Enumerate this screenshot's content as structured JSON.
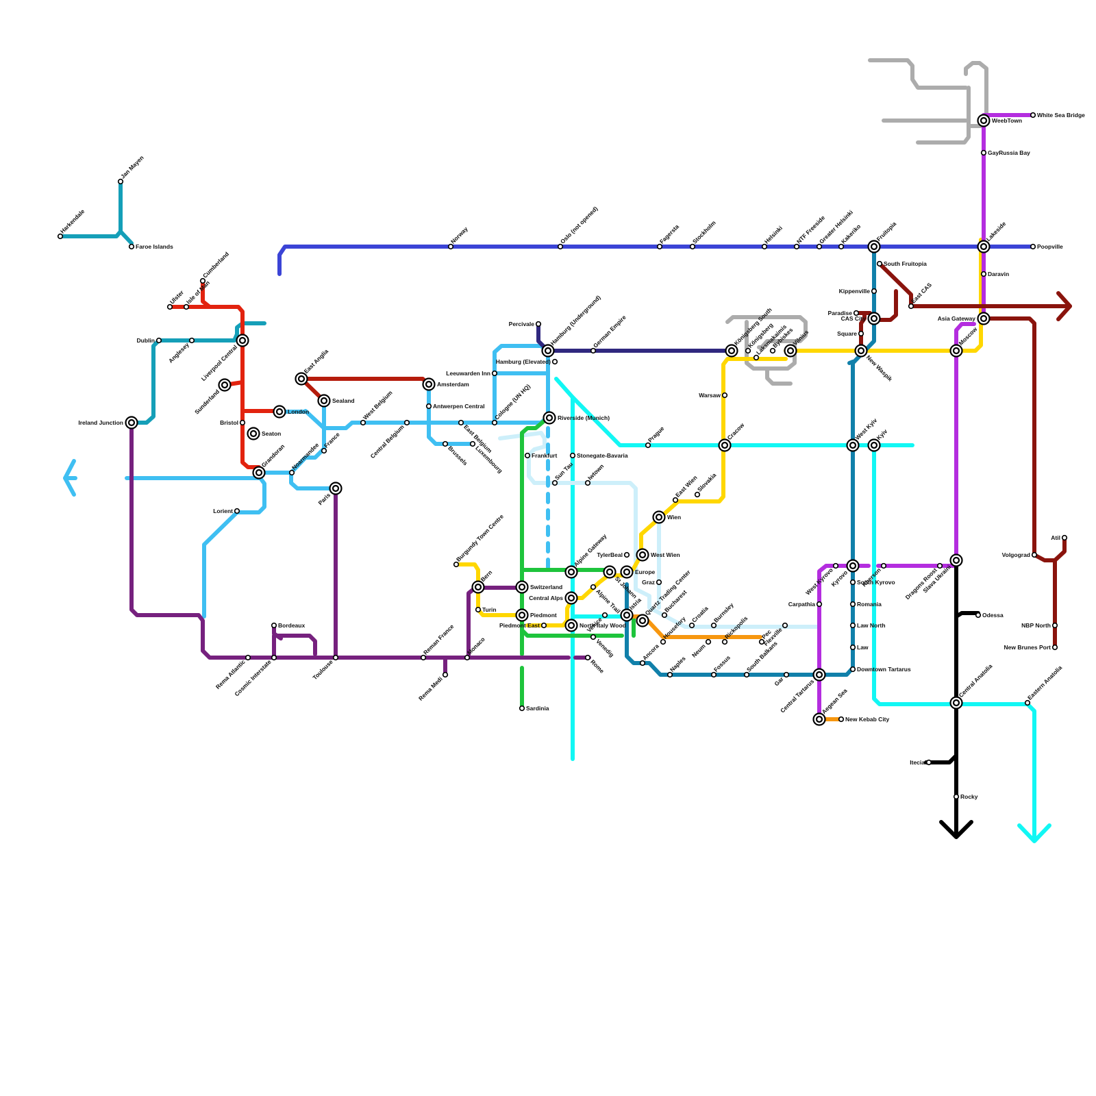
{
  "colors": {
    "background": "#ffffff",
    "station_fill": "#ffffff",
    "station_stroke": "#000000",
    "lines": {
      "royal_blue": "#3b44d6",
      "sky_blue": "#3fbff2",
      "teal": "#159fb8",
      "red": "#e2230f",
      "dark_red": "#b51c0c",
      "purple": "#76217e",
      "green": "#1ec43c",
      "yellow": "#ffd700",
      "cyan": "#12f7f4",
      "pale_blue": "#cdeffa",
      "ocean": "#1180aa",
      "orange": "#f7970f",
      "magenta": "#b42ddf",
      "maroon": "#8a140d",
      "navy": "#30287f",
      "gray": "#acacac",
      "black": "#000000"
    }
  },
  "stations": [
    {
      "name": "Harkendale"
    },
    {
      "name": "Jan Mayen"
    },
    {
      "name": "Faroe Islands"
    },
    {
      "name": "Norway"
    },
    {
      "name": "Oslo (not opened)"
    },
    {
      "name": "Fagersta"
    },
    {
      "name": "Stockholm"
    },
    {
      "name": "Helsinki"
    },
    {
      "name": "NTF Freeside"
    },
    {
      "name": "Greater Helsinki"
    },
    {
      "name": "Kakeriko"
    },
    {
      "name": "Fruitopia"
    },
    {
      "name": "Lakeside"
    },
    {
      "name": "Poopville"
    },
    {
      "name": "Ulster"
    },
    {
      "name": "Isle of Man"
    },
    {
      "name": "Cumberland"
    },
    {
      "name": "Dublin"
    },
    {
      "name": "Anglesey"
    },
    {
      "name": "Liverpool Central"
    },
    {
      "name": "Sunderland"
    },
    {
      "name": "Ireland Junction"
    },
    {
      "name": "Bristol"
    },
    {
      "name": "Seaton"
    },
    {
      "name": "London"
    },
    {
      "name": "Grandoran"
    },
    {
      "name": "Lorient"
    },
    {
      "name": "East Anglia"
    },
    {
      "name": "Sealand"
    },
    {
      "name": "France"
    },
    {
      "name": "Noarmandee"
    },
    {
      "name": "Paris"
    },
    {
      "name": "West Belgium"
    },
    {
      "name": "Central Belgium"
    },
    {
      "name": "Amsterdam"
    },
    {
      "name": "Antwerpen Central"
    },
    {
      "name": "East Belgium"
    },
    {
      "name": "Brussels"
    },
    {
      "name": "Luxembourg"
    },
    {
      "name": "Cologne (UN HQ)"
    },
    {
      "name": "Leeuwarden Inn"
    },
    {
      "name": "Hamburg (Elevated)"
    },
    {
      "name": "Percivale"
    },
    {
      "name": "Hamburg (Underground)"
    },
    {
      "name": "German Empire"
    },
    {
      "name": "Riverside (Munich)"
    },
    {
      "name": "Frankfurt"
    },
    {
      "name": "Stonegate-Bavaria"
    },
    {
      "name": "Sun Tau"
    },
    {
      "name": "Iwtown"
    },
    {
      "name": "Prague"
    },
    {
      "name": "Cracow"
    },
    {
      "name": "Warsaw"
    },
    {
      "name": "Slovakia"
    },
    {
      "name": "East Wien"
    },
    {
      "name": "Wien"
    },
    {
      "name": "West Wien"
    },
    {
      "name": "TylerBeal"
    },
    {
      "name": "Europe"
    },
    {
      "name": "St Johann"
    },
    {
      "name": "Graz"
    },
    {
      "name": "Alpine Gateway"
    },
    {
      "name": "Alpine Trail"
    },
    {
      "name": "Central Alps"
    },
    {
      "name": "Venice"
    },
    {
      "name": "Istria"
    },
    {
      "name": "North Italy Wood"
    },
    {
      "name": "Venedig"
    },
    {
      "name": "Quartz Trading Center"
    },
    {
      "name": "Bucharest"
    },
    {
      "name": "Croatia"
    },
    {
      "name": "Burnsley"
    },
    {
      "name": "Neum"
    },
    {
      "name": "Rickopolis"
    },
    {
      "name": "Housefory"
    },
    {
      "name": "Pec"
    },
    {
      "name": "Ancora"
    },
    {
      "name": "Naples"
    },
    {
      "name": "Fossus"
    },
    {
      "name": "South Balkans"
    },
    {
      "name": "Gar"
    },
    {
      "name": "Flexville"
    },
    {
      "name": "Burgundy Town Centre"
    },
    {
      "name": "Bern"
    },
    {
      "name": "Switzerland"
    },
    {
      "name": "Turin"
    },
    {
      "name": "Piedmont"
    },
    {
      "name": "Piedmont East"
    },
    {
      "name": "Sardinia"
    },
    {
      "name": "Rome"
    },
    {
      "name": "Monaco"
    },
    {
      "name": "Reman France"
    },
    {
      "name": "Rema Medi"
    },
    {
      "name": "Toulouse"
    },
    {
      "name": "Cosmic Interstate"
    },
    {
      "name": "Rema Atlantic"
    },
    {
      "name": "Bordeaux"
    },
    {
      "name": "Königsberg South"
    },
    {
      "name": "Königsberg"
    },
    {
      "name": "Laksmakaimis"
    },
    {
      "name": "Bybiskes"
    },
    {
      "name": "Vilnius"
    },
    {
      "name": "New Waspik"
    },
    {
      "name": "Square"
    },
    {
      "name": "CAS City"
    },
    {
      "name": "Paradise"
    },
    {
      "name": "Kippenville"
    },
    {
      "name": "South Fruitopia"
    },
    {
      "name": "East CAS"
    },
    {
      "name": "Asia Gateway"
    },
    {
      "name": "Moscow"
    },
    {
      "name": "Daravin"
    },
    {
      "name": "GayRussia Bay"
    },
    {
      "name": "WeebTown"
    },
    {
      "name": "White Sea Bridge"
    },
    {
      "name": "West Kyiv"
    },
    {
      "name": "Kyiv"
    },
    {
      "name": "West Kyrovo"
    },
    {
      "name": "Kyrovo"
    },
    {
      "name": "South Kyrovo"
    },
    {
      "name": "Romania"
    },
    {
      "name": "Law North"
    },
    {
      "name": "Law"
    },
    {
      "name": "Downtown Tartarus"
    },
    {
      "name": "Carpathia"
    },
    {
      "name": "Central Tartarus"
    },
    {
      "name": "Aegean Sea"
    },
    {
      "name": "New Kebab City"
    },
    {
      "name": "Kherson"
    },
    {
      "name": "Dragons Roost"
    },
    {
      "name": "Slava Ukraini"
    },
    {
      "name": "Odessa"
    },
    {
      "name": "Central Anatolia"
    },
    {
      "name": "Eastern Anatolia"
    },
    {
      "name": "Itecia"
    },
    {
      "name": "Rocky"
    },
    {
      "name": "Volgograd"
    },
    {
      "name": "Atil"
    },
    {
      "name": "NBP North"
    },
    {
      "name": "New Brunes Port"
    }
  ]
}
